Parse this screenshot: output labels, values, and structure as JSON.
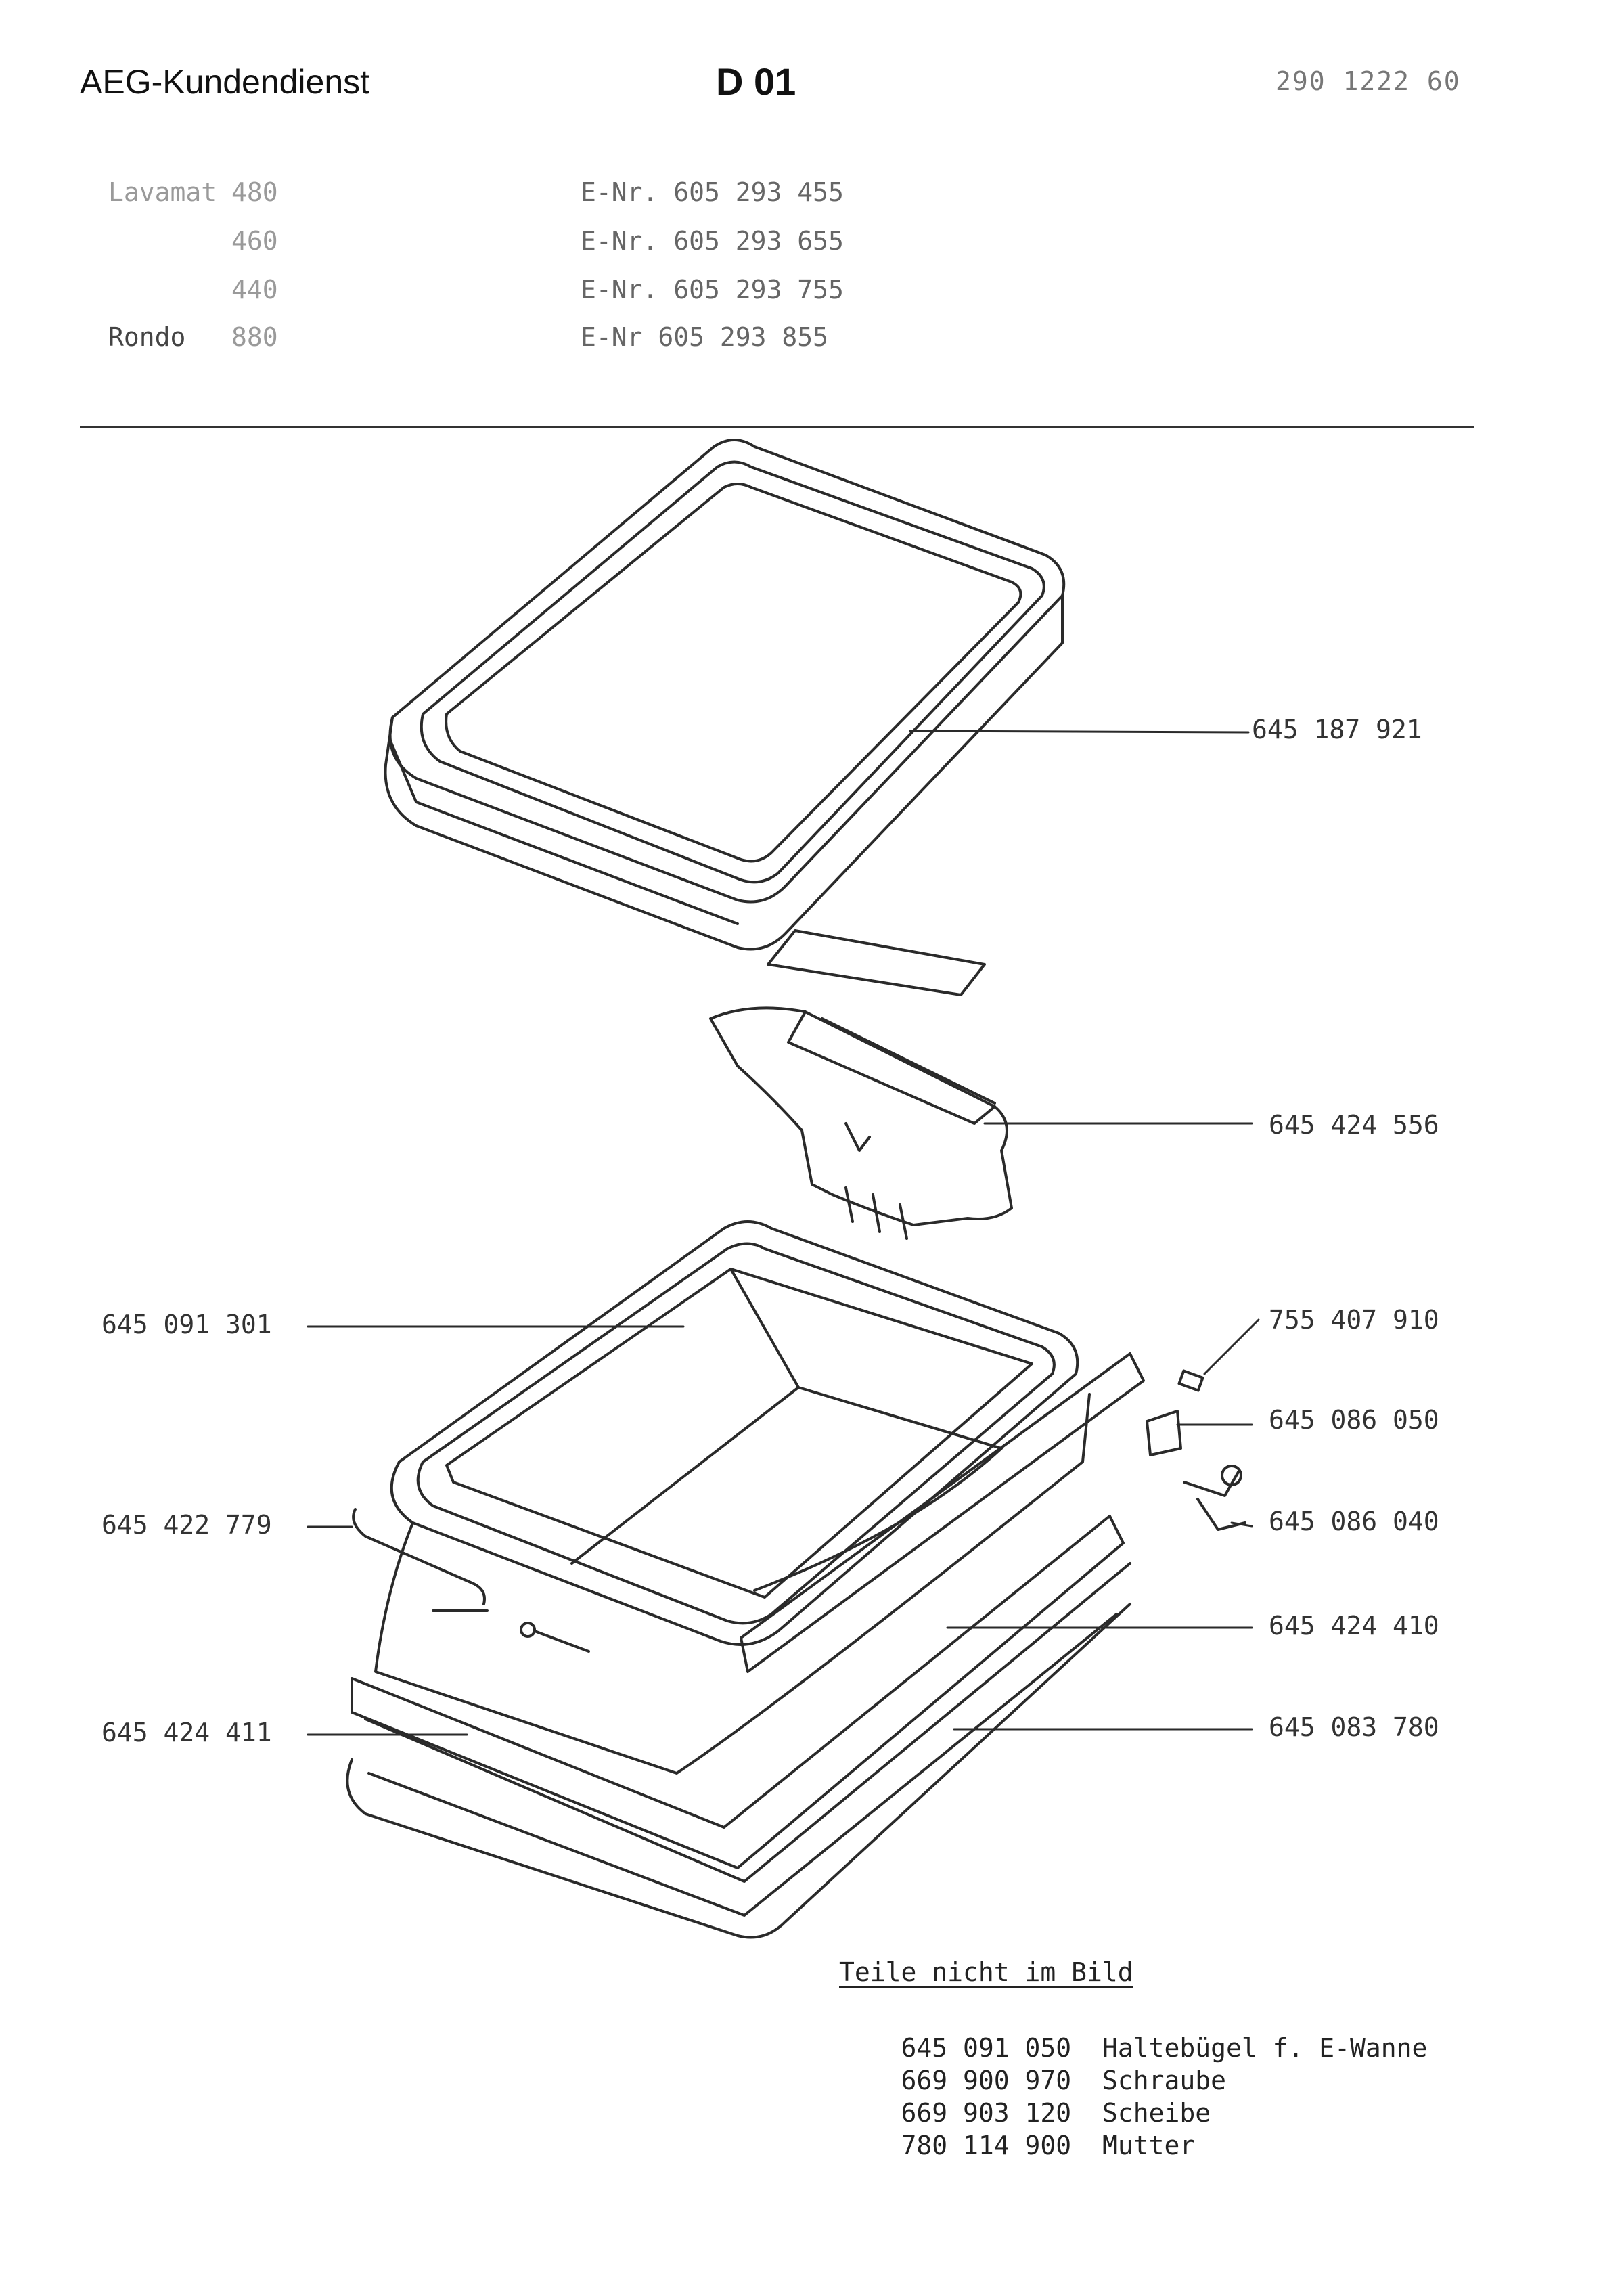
{
  "header": {
    "brand": "AEG-Kundendienst",
    "sheet_code": "D 01",
    "doc_number": "290 1222 60"
  },
  "models": [
    {
      "name": "Lavamat",
      "number": "480",
      "enr": "E-Nr. 605 293 455"
    },
    {
      "name": "",
      "number": "460",
      "enr": "E-Nr. 605 293 655"
    },
    {
      "name": "",
      "number": "440",
      "enr": "E-Nr. 605 293 755"
    },
    {
      "name": "Rondo",
      "number": "880",
      "enr": "E-Nr 605 293 855"
    }
  ],
  "parts": [
    {
      "number": "645 187 921"
    },
    {
      "number": "645 424 556"
    },
    {
      "number": "645 091 301"
    },
    {
      "number": "755 407 910"
    },
    {
      "number": "645 086 050"
    },
    {
      "number": "645 422 779"
    },
    {
      "number": "645 086 040"
    },
    {
      "number": "645 424 410"
    },
    {
      "number": "645 424 411"
    },
    {
      "number": "645 083 780"
    }
  ],
  "not_shown": {
    "title": "Teile nicht im Bild",
    "items": [
      {
        "number": "645 091 050",
        "desc": "Haltebügel f. E-Wanne"
      },
      {
        "number": "669 900 970",
        "desc": "Schraube"
      },
      {
        "number": "669 903 120",
        "desc": "Scheibe"
      },
      {
        "number": "780 114 900",
        "desc": "Mutter"
      }
    ]
  }
}
